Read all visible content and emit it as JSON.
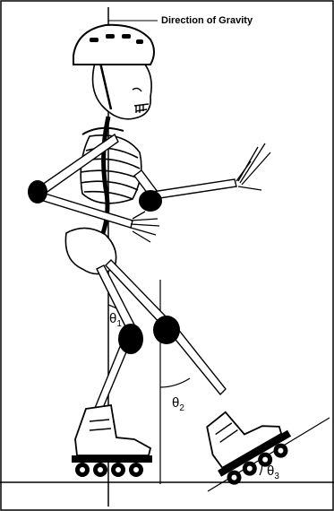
{
  "labels": {
    "gravity": "Direction of Gravity",
    "theta1": {
      "symbol": "θ",
      "sub": "1"
    },
    "theta2": {
      "symbol": "θ",
      "sub": "2"
    },
    "theta3": {
      "symbol": "θ",
      "sub": "3"
    }
  },
  "figure": {
    "subject": "skeleton on inline skates wearing a helmet",
    "line_color": "#000000",
    "fill_color": "#ffffff",
    "joint_pad_color": "#000000"
  }
}
